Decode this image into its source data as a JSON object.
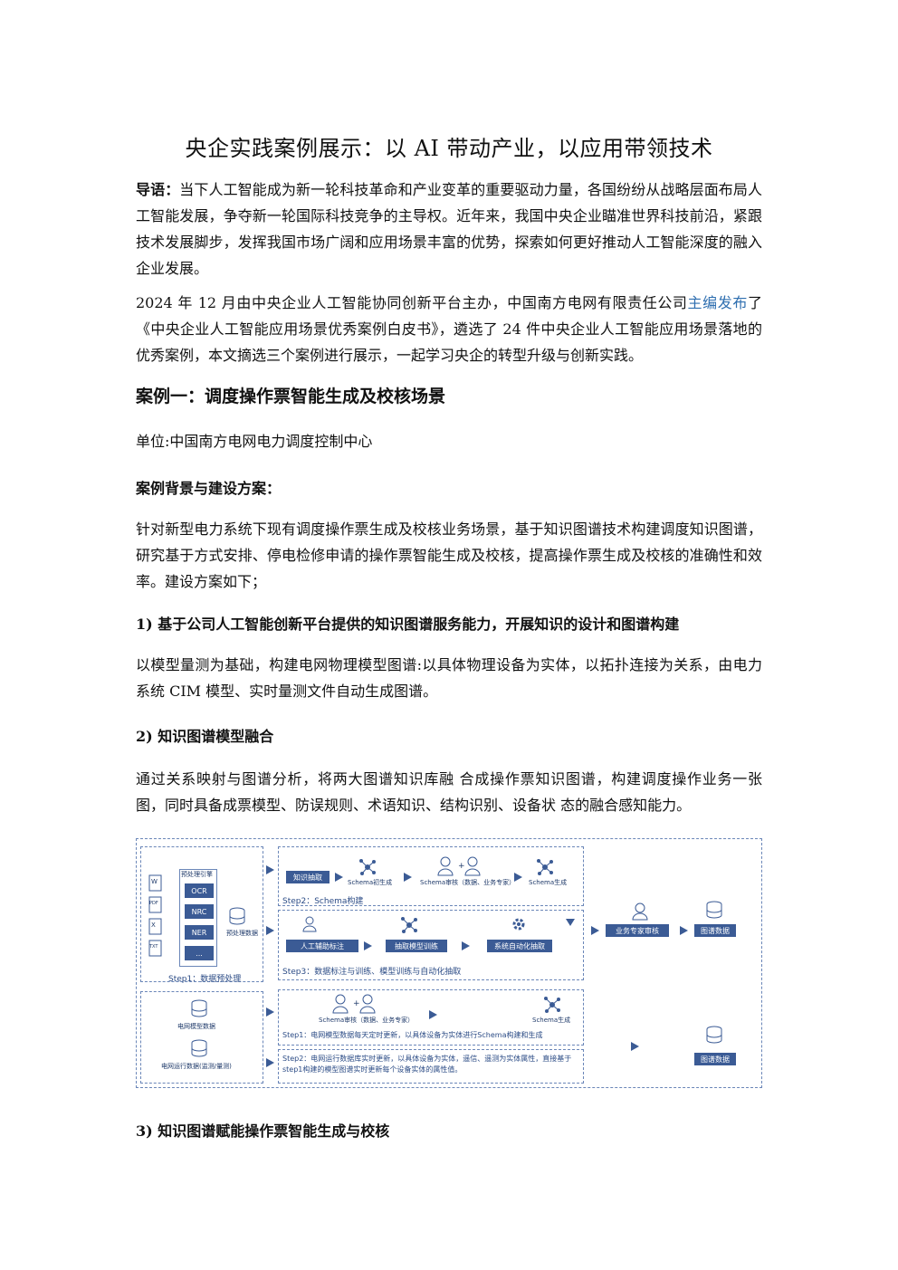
{
  "title": "央企实践案例展示：以 AI 带动产业，以应用带领技术",
  "intro": {
    "lead": "导语：",
    "text": "当下人工智能成为新一轮科技革命和产业变革的重要驱动力量，各国纷纷从战略层面布局人工智能发展，争夺新一轮国际科技竞争的主导权。近年来，我国中央企业瞄准世界科技前沿，紧跟技术发展脚步，发挥我国市场广阔和应用场景丰富的优势，探索如何更好推动人工智能深度的融入企业发展。"
  },
  "para2": {
    "before": "2024 年 12 月由中央企业人工智能协同创新平台主办，中国南方电网有限责任公司",
    "link": "主编发布",
    "after": "了《中央企业人工智能应用场景优秀案例白皮书》，遴选了 24 件中央企业人工智能应用场景落地的优秀案例，本文摘选三个案例进行展示，一起学习央企的转型升级与创新实践。"
  },
  "case1": {
    "heading": "案例一：调度操作票智能生成及校核场景",
    "unit": "单位:中国南方电网电力调度控制中心",
    "bg_heading": "案例背景与建设方案：",
    "bg_text": "针对新型电力系统下现有调度操作票生成及校核业务场景，基于知识图谱技术构建调度知识图谱，研究基于方式安排、停电检修申请的操作票智能生成及校核，提高操作票生成及校核的准确性和效率。建设方案如下；",
    "s1_heading": "1)  基于公司人工智能创新平台提供的知识图谱服务能力，开展知识的设计和图谱构建",
    "s1_text": "以模型量测为基础，构建电网物理模型图谱:以具体物理设备为实体，以拓扑连接为关系，由电力系统  CIM  模型、实时量测文件自动生成图谱。",
    "s2_heading": "2)  知识图谱模型融合",
    "s2_text": "通过关系映射与图谱分析，将两大图谱知识库融  合成操作票知识图谱，构建调度操作业务一张图，同时具备成票模型、防误规则、术语知识、结构识别、设备状  态的融合感知能力。",
    "s3_heading": "3)  知识图谱赋能操作票智能生成与校核"
  },
  "figure": {
    "preprocess_title": "预处理引擎",
    "engines": [
      "OCR",
      "NRC",
      "NER",
      "..."
    ],
    "file_types": [
      "W",
      "PDF",
      "X",
      "TXT"
    ],
    "preprocessed_data": "预处理数据",
    "step1_label": "Step1：数据预处理",
    "knowledge_extract": "知识抽取",
    "schema_gen": "Schema初生成",
    "schema_review": "Schema审核（数据、业务专家）",
    "schema_out": "Schema生成",
    "step2_label": "Step2：Schema构建",
    "manual_label": "人工辅助标注",
    "extract_train": "抽取模型训练",
    "auto_extract": "系统自动化抽取",
    "step3_label": "Step3：数据标注与训练、模型训练与自动化抽取",
    "expert_review": "业务专家审核",
    "graph_data": "图谱数据",
    "grid_model_data": "电网模型数据",
    "grid_run_data": "电网运行数据(监测/量测)",
    "schema_review2": "Schema审核（数据、业务专家）",
    "schema_out2": "Schema生成",
    "low_step1": "Step1：电网模型数据每天定时更新，以具体设备为实体进行Schema构建和生成",
    "low_step2": "Step2：电网运行数据库实时更新，以具体设备为实体，遥信、遥测为实体属性，直接基于step1构建的模型图谱实时更新每个设备实体的属性值。",
    "graph_data2": "图谱数据",
    "plus": "+"
  }
}
